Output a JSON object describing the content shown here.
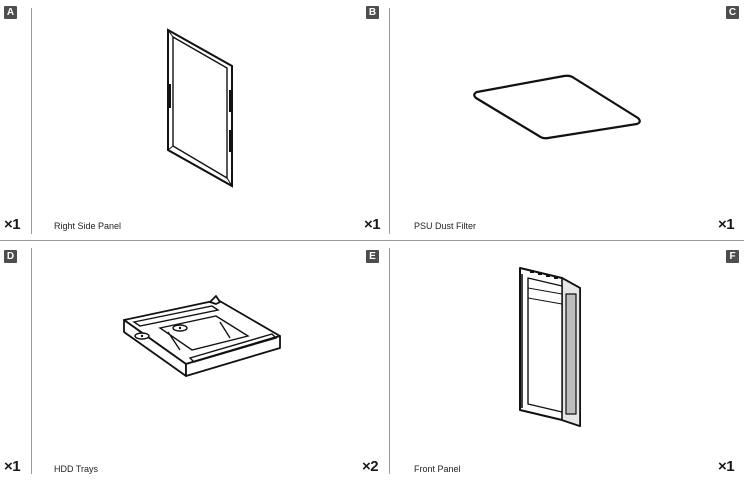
{
  "items": [
    {
      "letter": "A",
      "name": "Right Side Panel",
      "qty": "×1"
    },
    {
      "letter": "B",
      "name": "PSU Dust Filter",
      "qty": "×1"
    },
    {
      "letter": "C",
      "name": "",
      "qty": "×1"
    },
    {
      "letter": "D",
      "name": "HDD Trays",
      "qty": "×1"
    },
    {
      "letter": "E",
      "name": "Front Panel",
      "qty": "×2"
    },
    {
      "letter": "F",
      "name": "",
      "qty": "×1"
    }
  ]
}
